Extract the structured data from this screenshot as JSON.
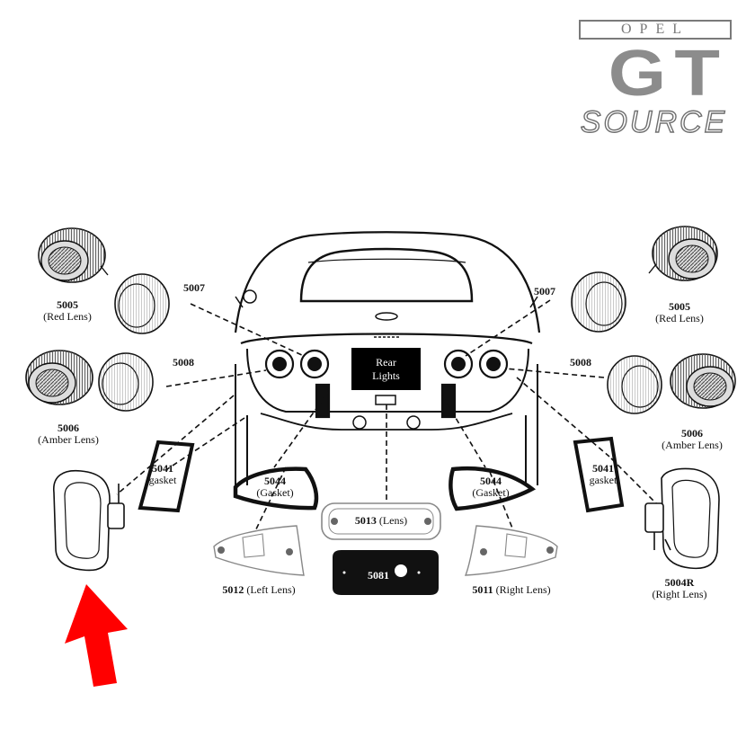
{
  "logo": {
    "brand": "OPEL",
    "model": "GT",
    "site": "SOURCE"
  },
  "center_label": "Rear\nLights",
  "colors": {
    "arrow": "#ff0000",
    "logo_gray": "#8c8c8c",
    "line": "#111111"
  },
  "icons": {
    "pointer": "arrow-up-right-icon"
  },
  "parts": {
    "p5005_left": {
      "number": "5005",
      "desc": "(Red Lens)"
    },
    "p5006_left": {
      "number": "5006",
      "desc": "(Amber Lens)"
    },
    "p5007_left": {
      "number": "5007"
    },
    "p5008_left": {
      "number": "5008"
    },
    "p5005_right": {
      "number": "5005",
      "desc": "(Red Lens)"
    },
    "p5006_right": {
      "number": "5006",
      "desc": "(Amber Lens)"
    },
    "p5007_right": {
      "number": "5007"
    },
    "p5008_right": {
      "number": "5008"
    },
    "p5041_left": {
      "number": "5041",
      "desc": "gasket"
    },
    "p5041_right": {
      "number": "5041",
      "desc": "gasket"
    },
    "p5044_left": {
      "number": "5044",
      "desc": "(Gasket)"
    },
    "p5044_right": {
      "number": "5044",
      "desc": "(Gasket)"
    },
    "p5013": {
      "number": "5013",
      "desc": "(Lens)"
    },
    "p5012": {
      "number": "5012",
      "desc": "(Left Lens)"
    },
    "p5011": {
      "number": "5011",
      "desc": "(Right Lens)"
    },
    "p5081": {
      "number": "5081"
    },
    "p5004R": {
      "number": "5004R",
      "desc": "(Right Lens)"
    }
  }
}
